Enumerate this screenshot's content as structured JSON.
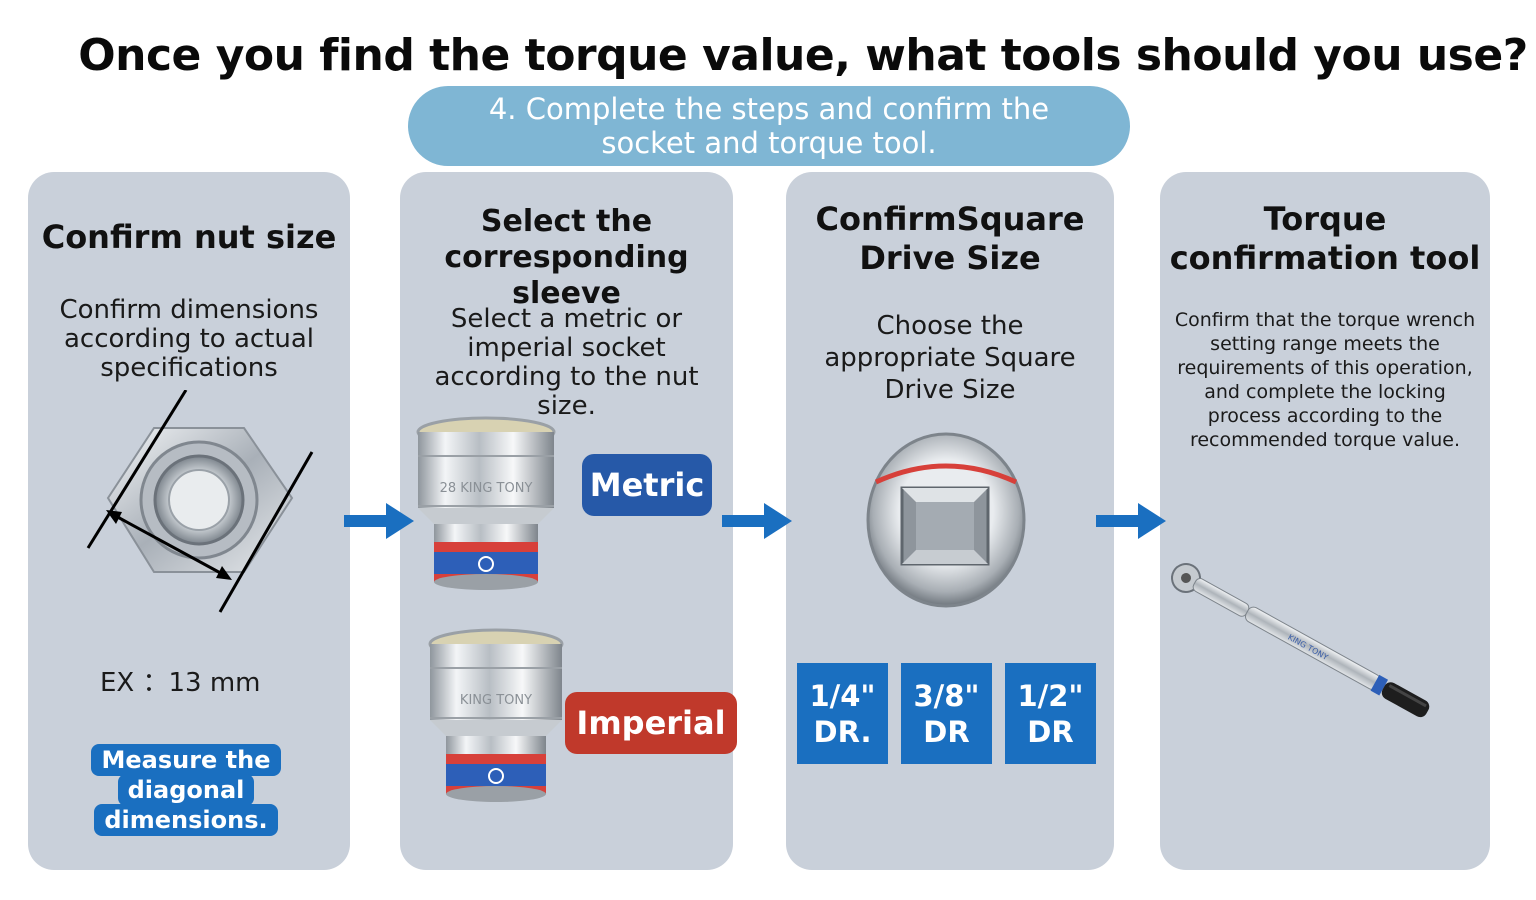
{
  "header": {
    "title": "Once you find the torque value, what tools should you use?",
    "step": "4. Complete the steps and confirm the socket and torque tool."
  },
  "panels": [
    {
      "title": "Confirm nut size",
      "description": "Confirm dimensions according to actual specifications",
      "example": "EX ：13  mm",
      "note": "Measure the diagonal dimensions."
    },
    {
      "title": "Select the corresponding sleeve",
      "description": "Select a metric or imperial socket according to the nut size.",
      "options": [
        "Metric",
        "Imperial"
      ],
      "socket_marking_metric": "28 KING TONY",
      "socket_marking_imperial": "KING TONY"
    },
    {
      "title": "ConfirmSquare Drive Size",
      "description": "Choose the appropriate Square Drive Size",
      "drive_sizes": [
        {
          "size": "1/4\"",
          "unit": "DR."
        },
        {
          "size": "3/8\"",
          "unit": "DR"
        },
        {
          "size": "1/2\"",
          "unit": "DR"
        }
      ]
    },
    {
      "title": "Torque confirmation tool",
      "description": "Confirm that the torque wrench setting range meets the requirements of this operation, and complete the locking process according to the recommended torque value.",
      "wrench_brand": "KING TONY"
    }
  ],
  "colors": {
    "panel_bg": "#c9d0da",
    "banner_bg": "#7fb6d4",
    "accent_blue": "#1a6fc0",
    "metric_blue": "#2659a8",
    "imperial_red": "#c0392b",
    "arrow_blue": "#1a6fc0"
  },
  "icons": [
    "arrow-right-icon",
    "hex-nut-icon",
    "socket-icon",
    "square-drive-icon",
    "torque-wrench-icon"
  ]
}
